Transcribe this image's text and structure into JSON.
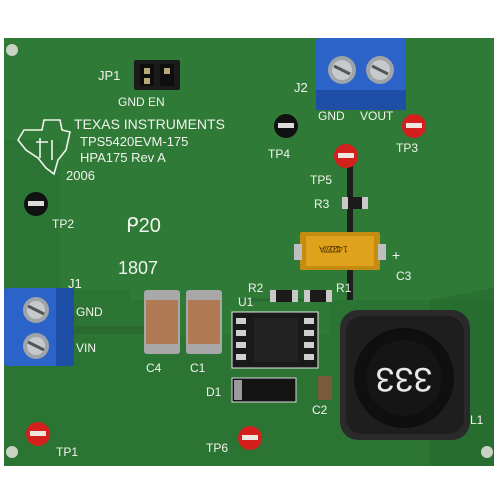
{
  "board": {
    "logo_line1": "TEXAS INSTRUMENTS",
    "logo_line2": "TPS5420EVM-175",
    "logo_line3": "HPA175 Rev A",
    "year": "2006",
    "mark_code": "ᑭ20",
    "lot_code": "1807"
  },
  "labels": {
    "jp1": "JP1",
    "gnd_en": "GND EN",
    "j2": "J2",
    "gnd": "GND",
    "vout": "VOUT",
    "tp1": "TP1",
    "tp2": "TP2",
    "tp3": "TP3",
    "tp4": "TP4",
    "tp5": "TP5",
    "tp6": "TP6",
    "r1": "R1",
    "r2": "R2",
    "r3": "R3",
    "c1": "C1",
    "c2": "C2",
    "c3": "C3",
    "c4": "C4",
    "d1": "D1",
    "u1": "U1",
    "l1": "L1",
    "j1": "J1",
    "j1_gnd": "GND",
    "j1_vin": "VIN",
    "plus": "+"
  },
  "parts": {
    "inductor_marking": "333",
    "tantalum_marking_1": "107A",
    "tantalum_marking_2": "14227"
  },
  "colors": {
    "pcb": "#2f7a36",
    "pcb_dark": "#245f2a",
    "terminal_blue": "#2b63c9",
    "testpoint_red": "#d3201d",
    "tantalum": "#e0a21c"
  }
}
